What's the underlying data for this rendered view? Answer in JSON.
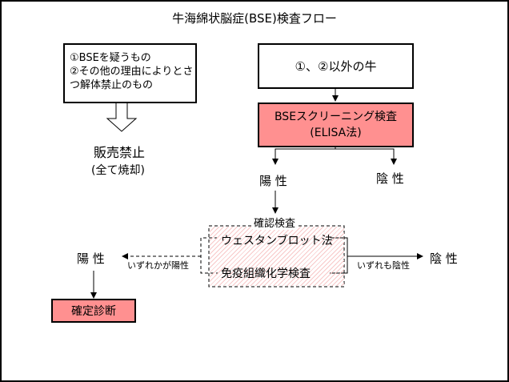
{
  "title": "牛海綿状脳症(BSE)検査フロー",
  "left_box": {
    "lines": [
      "①BSEを疑うもの",
      "②その他の理由によりとさ",
      "つ解体禁止のもの"
    ]
  },
  "sale_ban": {
    "label": "販売禁止",
    "sublabel": "(全て焼却)"
  },
  "right_box": {
    "label": "①、②以外の牛"
  },
  "screening": {
    "line1": "BSEスクリーニング検査",
    "line2": "(ELISA法)"
  },
  "screening_results": {
    "positive": "陽 性",
    "negative": "陰 性"
  },
  "confirm": {
    "title": "確認検査",
    "methods": [
      "ウェスタンブロット法",
      "免疫組織化学検査"
    ]
  },
  "confirm_results": {
    "positive": "陽 性",
    "positive_condition": "いずれかが陽性",
    "negative": "陰 性",
    "negative_condition": "いずれも陰性"
  },
  "final": {
    "label": "確定診断"
  },
  "colors": {
    "red_box": "#ff9090",
    "hatch": "#f8c8c8"
  }
}
